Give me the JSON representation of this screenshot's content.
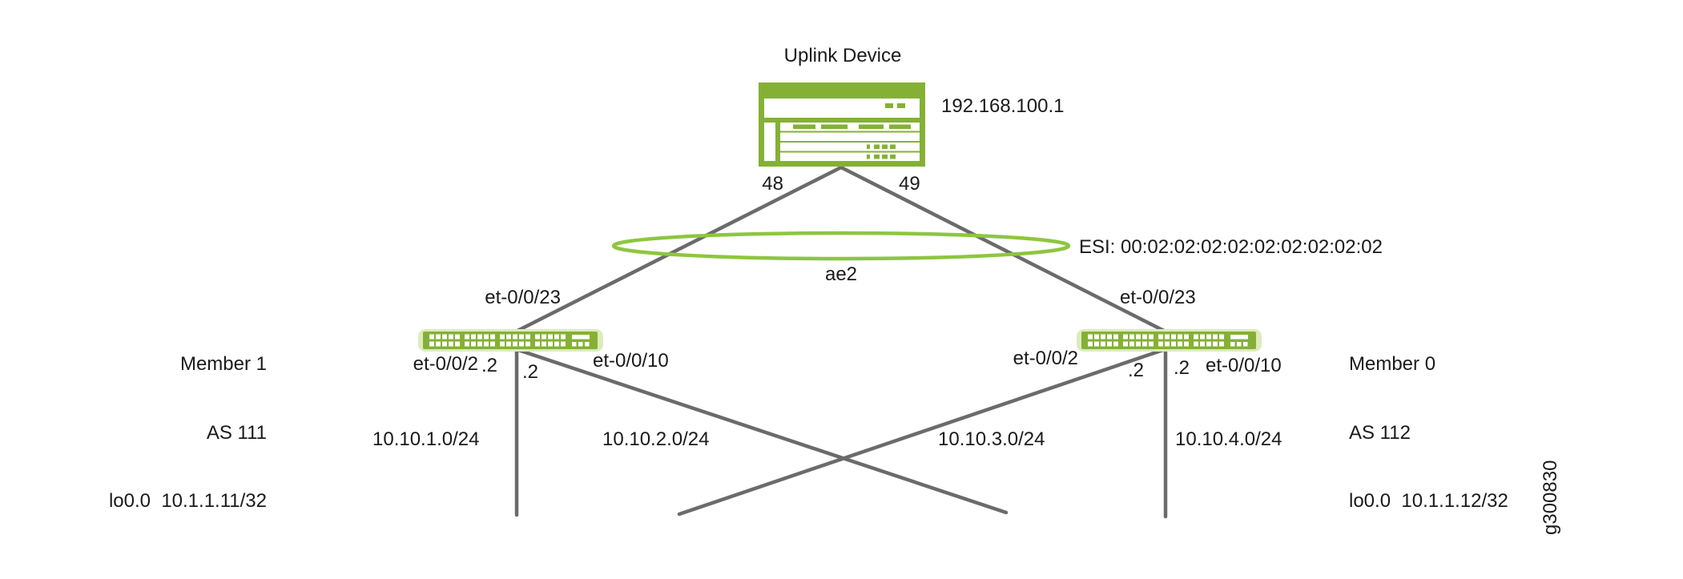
{
  "colors": {
    "brand_green": "#84b135",
    "ellipse_green": "#8dc63f",
    "glow_green": "#dcebbd",
    "line_gray": "#6b6b6b",
    "text_color": "#1a1a1a"
  },
  "uplink": {
    "title": "Uplink Device",
    "ip": "192.168.100.1",
    "port_left": "48",
    "port_right": "49"
  },
  "lag": {
    "name": "ae2",
    "esi": "ESI: 00:02:02:02:02:02:02:02:02:02"
  },
  "left_switch": {
    "member": "Member 1",
    "asn": "AS 111",
    "loopback": "lo0.0  10.1.1.11/32",
    "uplink_port": "et-0/0/23",
    "port_a": "et-0/0/2",
    "addr_a": ".2",
    "addr_b": ".2",
    "port_b": "et-0/0/10"
  },
  "right_switch": {
    "member": "Member 0",
    "asn": "AS 112",
    "loopback": "lo0.0  10.1.1.12/32",
    "uplink_port": "et-0/0/23",
    "port_a": "et-0/0/2",
    "addr_a": ".2",
    "addr_b": ".2",
    "port_b": "et-0/0/10"
  },
  "subnets": [
    "10.10.1.0/24",
    "10.10.2.0/24",
    "10.10.3.0/24",
    "10.10.4.0/24"
  ],
  "figure_id": "g300830"
}
